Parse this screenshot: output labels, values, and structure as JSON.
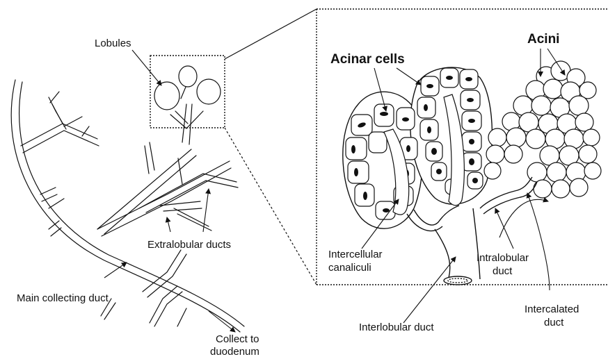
{
  "labels": {
    "lobules": "Lobules",
    "acinar_cells": "Acinar cells",
    "acini": "Acini",
    "extralobular_ducts": "Extralobular ducts",
    "intercellular_line1": "Intercellular",
    "intercellular_line2": "canaliculi",
    "intralobular_line1": "Intralobular",
    "intralobular_line2": "duct",
    "main_collecting_duct": "Main collecting duct",
    "interlobular_duct": "Interlobular duct",
    "intercalated_line1": "Intercalated",
    "intercalated_line2": "duct",
    "collect_line1": "Collect to",
    "collect_line2": "duodenum"
  },
  "colors": {
    "ink": "#111111",
    "nucleus": "#111111",
    "background": "#ffffff"
  }
}
